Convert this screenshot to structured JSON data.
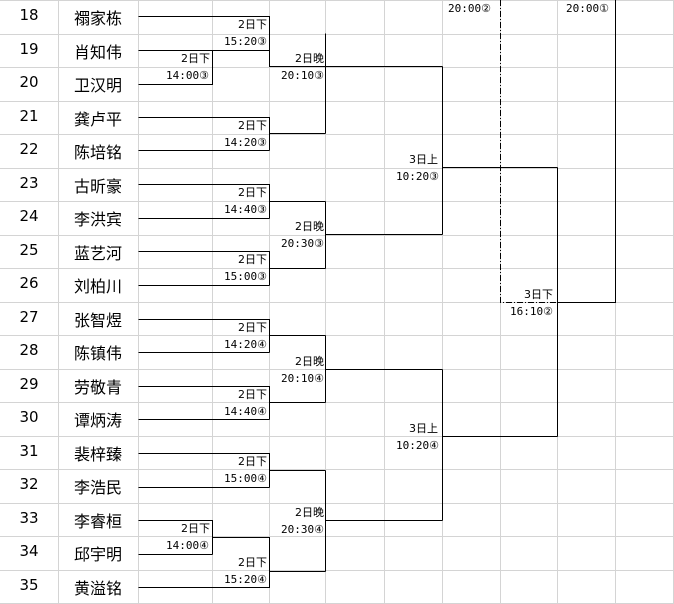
{
  "players": [
    {
      "n": "18",
      "name": "禤家栋"
    },
    {
      "n": "19",
      "name": "肖知伟"
    },
    {
      "n": "20",
      "name": "卫汉明"
    },
    {
      "n": "21",
      "name": "龚卢平"
    },
    {
      "n": "22",
      "name": "陈培铭"
    },
    {
      "n": "23",
      "name": "古昕豪"
    },
    {
      "n": "24",
      "name": "李洪宾"
    },
    {
      "n": "25",
      "name": "蓝艺河"
    },
    {
      "n": "26",
      "name": "刘柏川"
    },
    {
      "n": "27",
      "name": "张智煜"
    },
    {
      "n": "28",
      "name": "陈镇伟"
    },
    {
      "n": "29",
      "name": "劳敬青"
    },
    {
      "n": "30",
      "name": "谭炳涛"
    },
    {
      "n": "31",
      "name": "裴梓臻"
    },
    {
      "n": "32",
      "name": "李浩民"
    },
    {
      "n": "33",
      "name": "李睿桓"
    },
    {
      "n": "34",
      "name": "邱宇明"
    },
    {
      "n": "35",
      "name": "黄溢铭"
    }
  ],
  "matches": [
    {
      "id": "m19",
      "day": "2日下",
      "time": "14:00③"
    },
    {
      "id": "m18",
      "day": "2日下",
      "time": "15:20③"
    },
    {
      "id": "m21",
      "day": "2日下",
      "time": "14:20③"
    },
    {
      "id": "m23",
      "day": "2日下",
      "time": "14:40③"
    },
    {
      "id": "m25",
      "day": "2日下",
      "time": "15:00③"
    },
    {
      "id": "m27",
      "day": "2日下",
      "time": "14:20④"
    },
    {
      "id": "m29",
      "day": "2日下",
      "time": "14:40④"
    },
    {
      "id": "m31",
      "day": "2日下",
      "time": "15:00④"
    },
    {
      "id": "m33",
      "day": "2日下",
      "time": "14:00④"
    },
    {
      "id": "m34",
      "day": "2日下",
      "time": "15:20④"
    },
    {
      "id": "e1",
      "day": "2日晚",
      "time": "20:10③"
    },
    {
      "id": "e2",
      "day": "2日晚",
      "time": "20:30③"
    },
    {
      "id": "e3",
      "day": "2日晚",
      "time": "20:10④"
    },
    {
      "id": "e4",
      "day": "2日晚",
      "time": "20:30④"
    },
    {
      "id": "s1",
      "day": "3日上",
      "time": "10:20③"
    },
    {
      "id": "s2",
      "day": "3日上",
      "time": "10:20④"
    },
    {
      "id": "f1",
      "day": "3日下",
      "time": "16:10②"
    }
  ],
  "top_labels": {
    "left": "20:00②",
    "right": "20:00①"
  }
}
